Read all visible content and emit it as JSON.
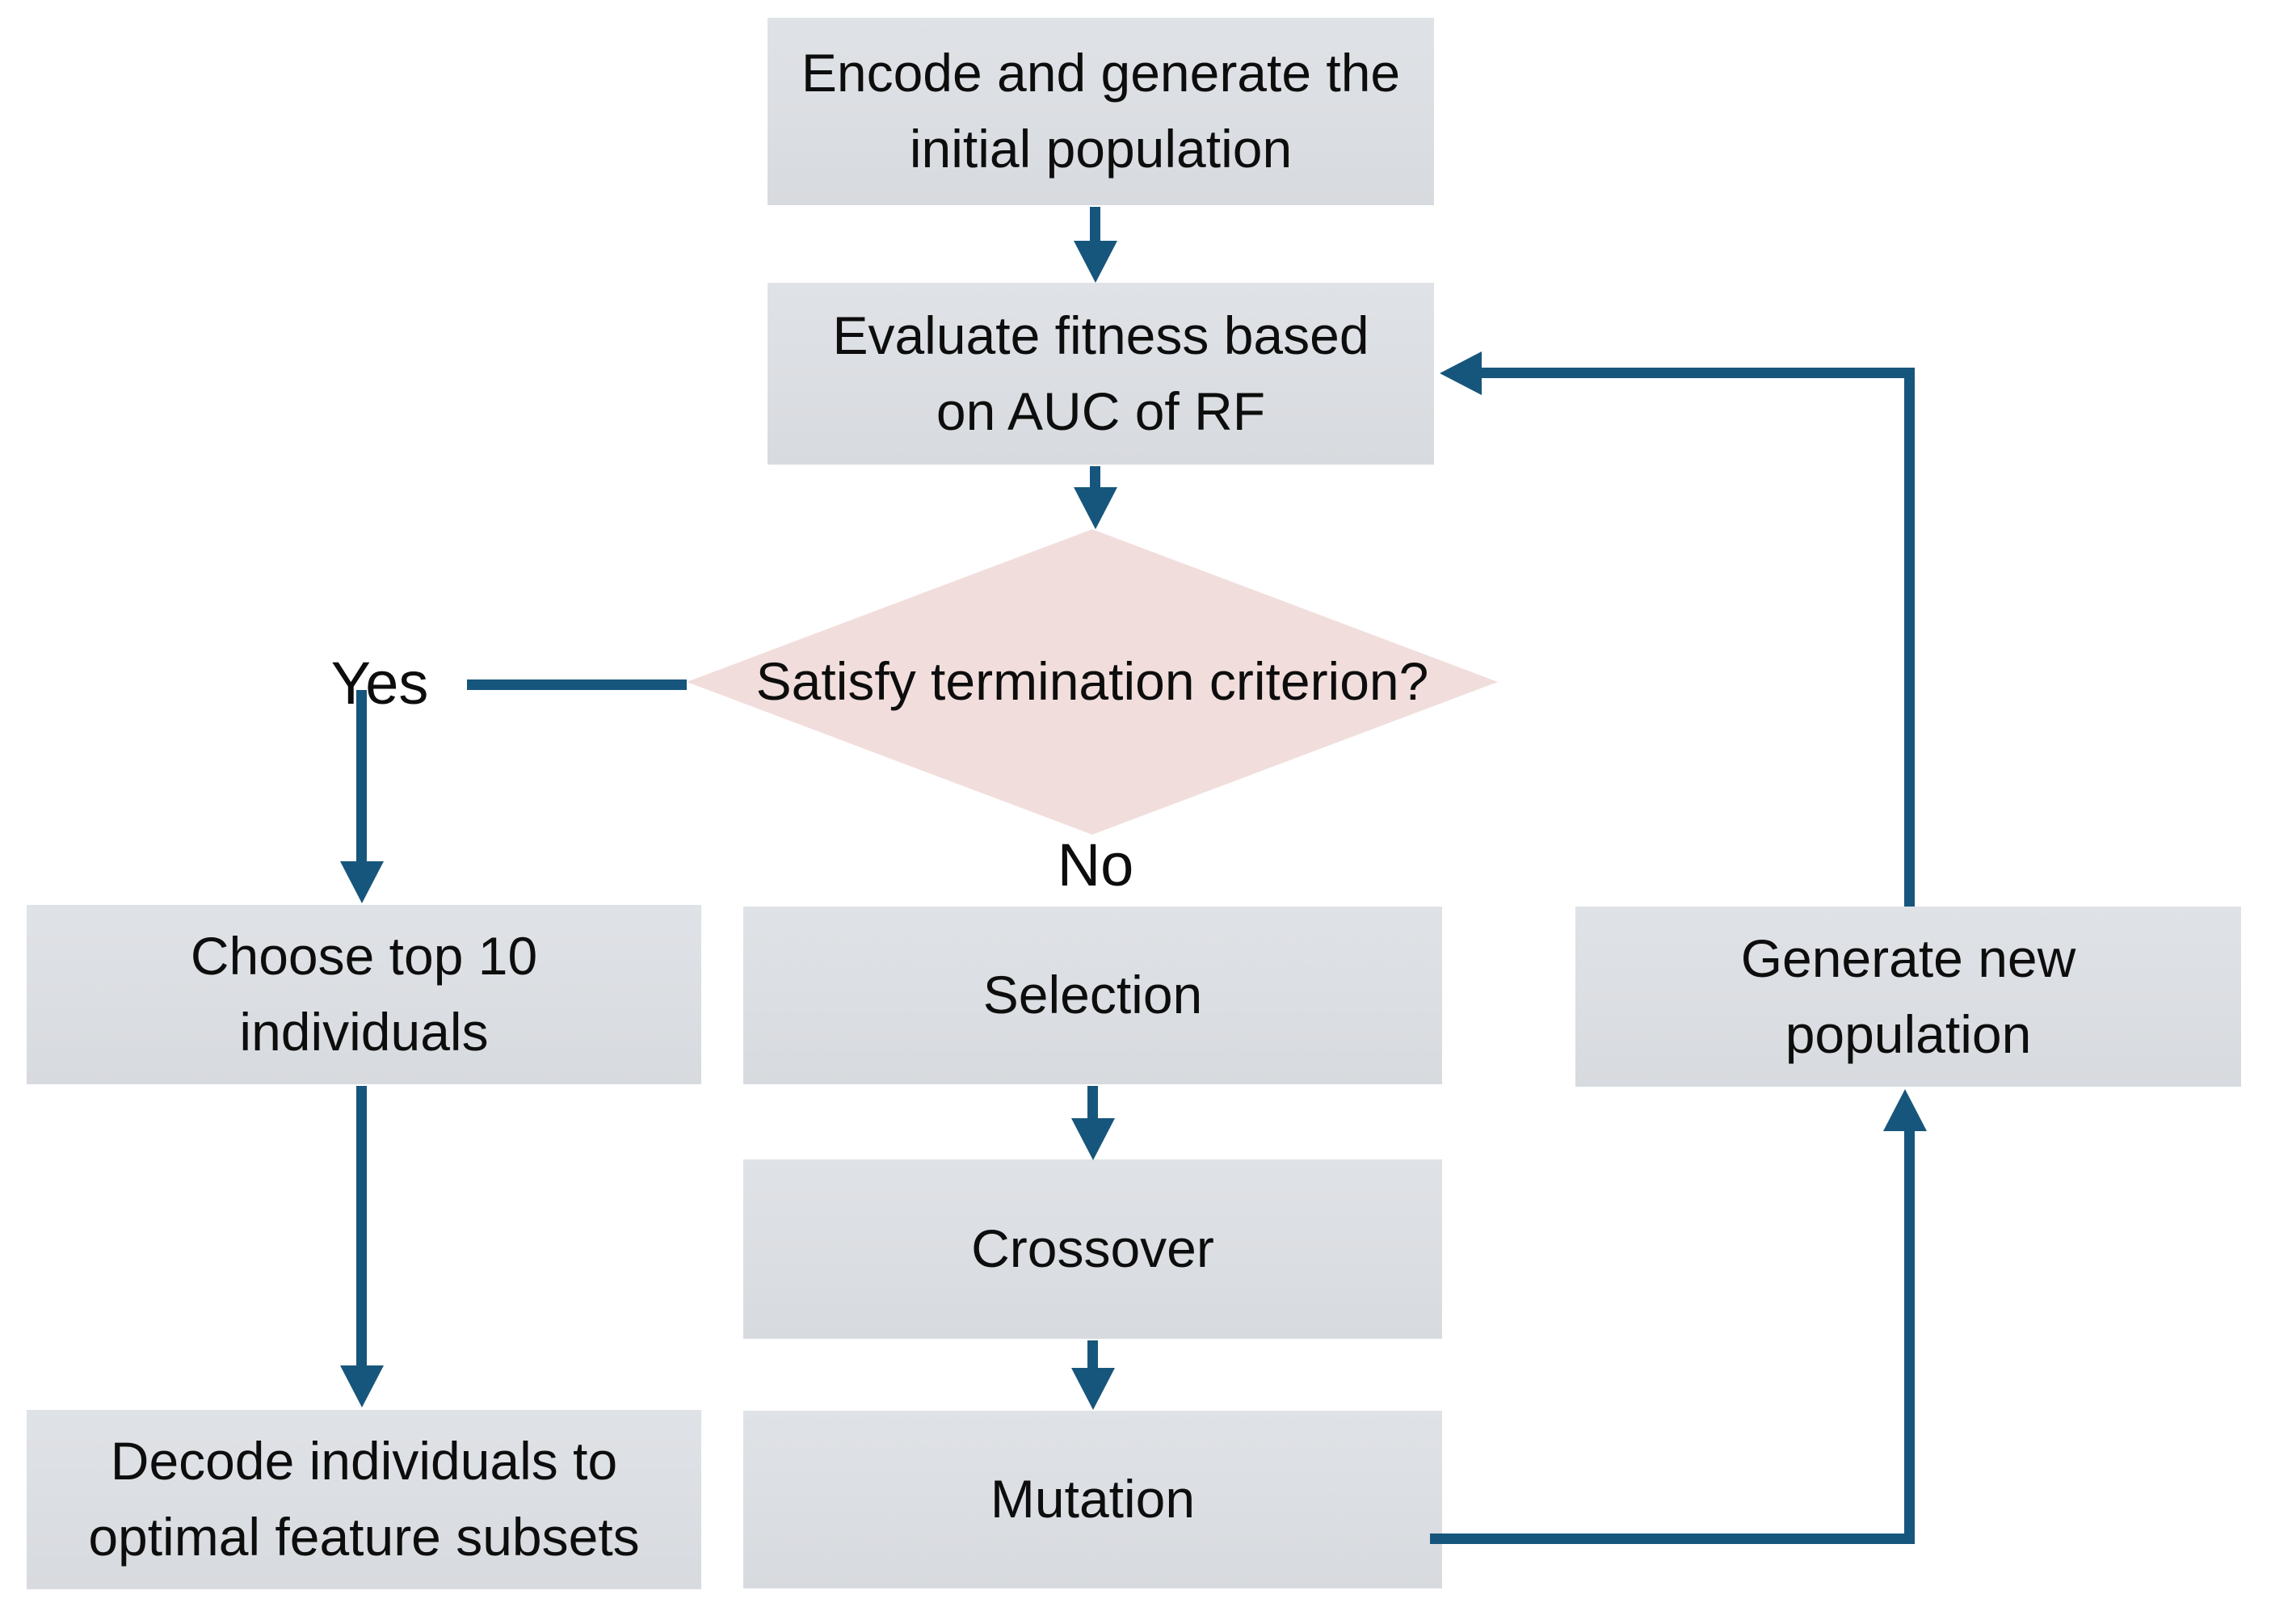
{
  "colors": {
    "background": "#ffffff",
    "box_fill": "#dbdee2",
    "diamond_fill": "#f1dedc",
    "arrow": "#17567c",
    "text": "#0d0d0d"
  },
  "flowchart": {
    "nodes": {
      "encode": "Encode and generate the initial population",
      "evaluate": "Evaluate fitness based on AUC of RF",
      "decision": "Satisfy termination criterion?",
      "selection": "Selection",
      "crossover": "Crossover",
      "mutation": "Mutation",
      "choose_top10": "Choose top 10 individuals",
      "decode": "Decode individuals to optimal feature subsets",
      "generate_new": "Generate new population"
    },
    "branch_labels": {
      "yes": "Yes",
      "no": "No"
    }
  }
}
